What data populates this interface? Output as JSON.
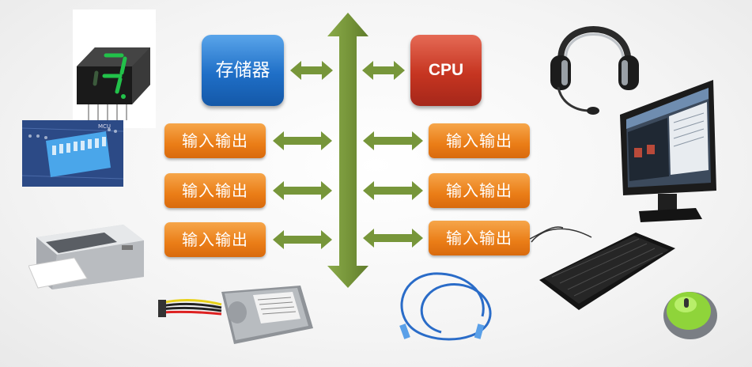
{
  "memory_label": "存储器",
  "cpu_label": "CPU",
  "io_left": [
    "输入输出",
    "输入输出",
    "输入输出"
  ],
  "io_right": [
    "输入输出",
    "输入输出",
    "输入输出"
  ],
  "colors": {
    "bus": "#77963a",
    "memory": "#1f6fc7",
    "cpu": "#c63521",
    "io": "#ea7d17"
  },
  "devices": {
    "left": [
      "seven-segment-display-icon",
      "dip-switch-icon",
      "printer-icon"
    ],
    "bottom": [
      "hard-disk-icon",
      "network-cable-icon"
    ],
    "right": [
      "headset-icon",
      "monitor-icon",
      "keyboard-icon",
      "mouse-icon"
    ]
  }
}
